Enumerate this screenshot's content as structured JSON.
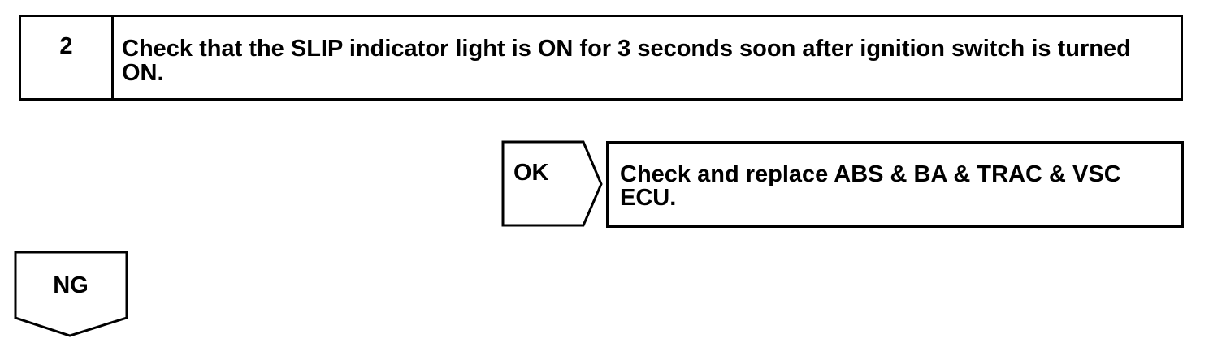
{
  "step": {
    "number": "2",
    "text": "Check that the SLIP indicator light is ON for 3 seconds soon after ignition switch is turned ON."
  },
  "ok_branch": {
    "label": "OK",
    "action": "Check and replace ABS & BA & TRAC & VSC ECU."
  },
  "ng_branch": {
    "label": "NG"
  }
}
